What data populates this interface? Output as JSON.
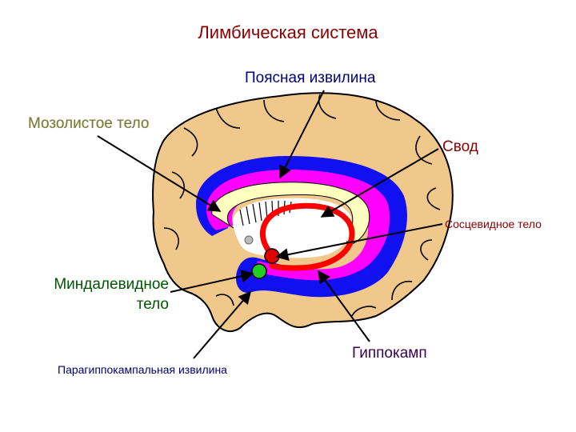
{
  "title": "Лимбическая система",
  "labels": {
    "cingulate_gyrus": "Поясная извилина",
    "corpus_callosum": "Мозолистое тело",
    "fornix": "Свод",
    "mammillary_body": "Сосцевидное тело",
    "amygdala_line1": "Миндалевидное",
    "amygdala_line2": "тело",
    "parahippocampal_gyrus": "Парагиппокампальная извилина",
    "hippocampus": "Гиппокамп"
  },
  "colors": {
    "cortex": "#f0c88c",
    "cingulate": "#1010f0",
    "limbic_pink": "#ff00ff",
    "corpus_callosum": "#ffffc0",
    "fornix": "#ff0000",
    "amygdala": "#22cc22",
    "mammillary": "#e00000"
  }
}
